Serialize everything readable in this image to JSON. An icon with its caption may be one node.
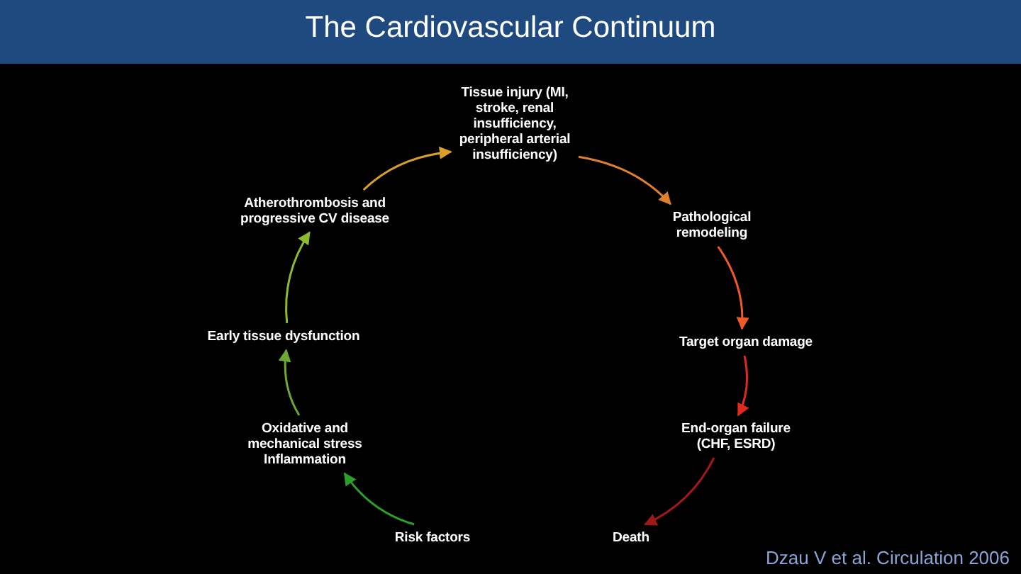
{
  "diagram": {
    "title": "The Cardiovascular Continuum",
    "nodes": [
      {
        "text": [
          "Tissue injury (MI, stroke, renal insufficiency, peripheral arterial insufficiency)"
        ]
      },
      {
        "text": [
          "Atherothrombosis and progressive CV disease"
        ]
      },
      {
        "text": [
          "Pathological remodeling"
        ]
      },
      {
        "text": [
          "Early tissue dysfunction"
        ]
      },
      {
        "text": [
          "Target organ damage"
        ]
      },
      {
        "text": [
          "Oxidative and mechanical stress Inflammation"
        ]
      },
      {
        "text": [
          "End-organ failure (CHF, ESRD)"
        ]
      },
      {
        "text": [
          "Risk factors"
        ]
      },
      {
        "text": [
          "Death"
        ]
      }
    ],
    "edges": [
      {
        "from": 7,
        "to": 5,
        "arrow": "to",
        "color": "#2aa02a"
      },
      {
        "from": 5,
        "to": 3,
        "arrow": "to",
        "color": "#6ca832"
      },
      {
        "from": 3,
        "to": 1,
        "arrow": "to",
        "color": "#8cbc2c"
      },
      {
        "from": 1,
        "to": 0,
        "arrow": "to",
        "color": "#d8a028"
      },
      {
        "from": 0,
        "to": 2,
        "arrow": "to",
        "color": "#e0802c"
      },
      {
        "from": 2,
        "to": 4,
        "arrow": "to",
        "color": "#f05a28"
      },
      {
        "from": 4,
        "to": 6,
        "arrow": "to",
        "color": "#e02a20"
      },
      {
        "from": 6,
        "to": 8,
        "arrow": "to",
        "color": "#a01818"
      }
    ],
    "labels": [
      "Dzau V et al. Circulation 2006"
    ]
  }
}
